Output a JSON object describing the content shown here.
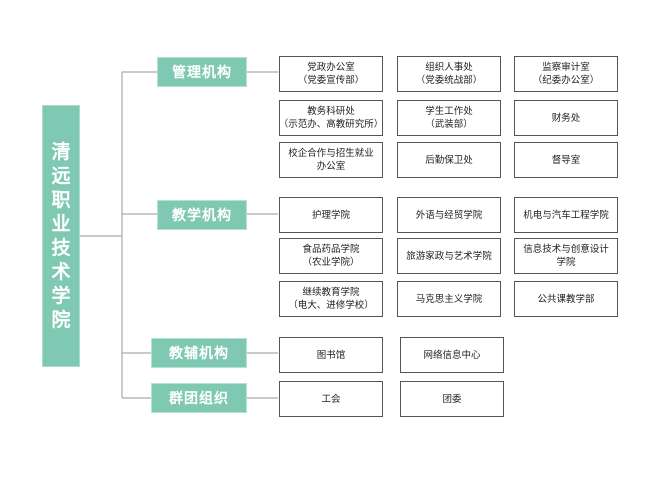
{
  "root": {
    "name": "清远职业技术学院"
  },
  "colors": {
    "accent": "#7fc9b3",
    "line": "#aaaaaa",
    "border": "#555555"
  },
  "categories": [
    {
      "label": "管理机构",
      "units": [
        {
          "l1": "党政办公室",
          "l2": "（党委宣传部）"
        },
        {
          "l1": "组织人事处",
          "l2": "（党委统战部）"
        },
        {
          "l1": "监察审计室",
          "l2": "（纪委办公室）"
        },
        {
          "l1": "教务科研处",
          "l2": "（示范办、高教研究所）"
        },
        {
          "l1": "学生工作处",
          "l2": "（武装部）"
        },
        {
          "l1": "财务处",
          "l2": ""
        },
        {
          "l1": "校企合作与招生就业",
          "l2": "办公室"
        },
        {
          "l1": "后勤保卫处",
          "l2": ""
        },
        {
          "l1": "督导室",
          "l2": ""
        }
      ]
    },
    {
      "label": "教学机构",
      "units": [
        {
          "l1": "护理学院",
          "l2": ""
        },
        {
          "l1": "外语与经贸学院",
          "l2": ""
        },
        {
          "l1": "机电与汽车工程学院",
          "l2": ""
        },
        {
          "l1": "食品药品学院",
          "l2": "（农业学院）"
        },
        {
          "l1": "旅游家政与艺术学院",
          "l2": ""
        },
        {
          "l1": "信息技术与创意设计",
          "l2": "学院"
        },
        {
          "l1": "继续教育学院",
          "l2": "（电大、进修学校）"
        },
        {
          "l1": "马克思主义学院",
          "l2": ""
        },
        {
          "l1": "公共课教学部",
          "l2": ""
        }
      ]
    },
    {
      "label": "教辅机构",
      "units": [
        {
          "l1": "图书馆",
          "l2": ""
        },
        {
          "l1": "网络信息中心",
          "l2": ""
        }
      ]
    },
    {
      "label": "群团组织",
      "units": [
        {
          "l1": "工会",
          "l2": ""
        },
        {
          "l1": "团委",
          "l2": ""
        }
      ]
    }
  ]
}
